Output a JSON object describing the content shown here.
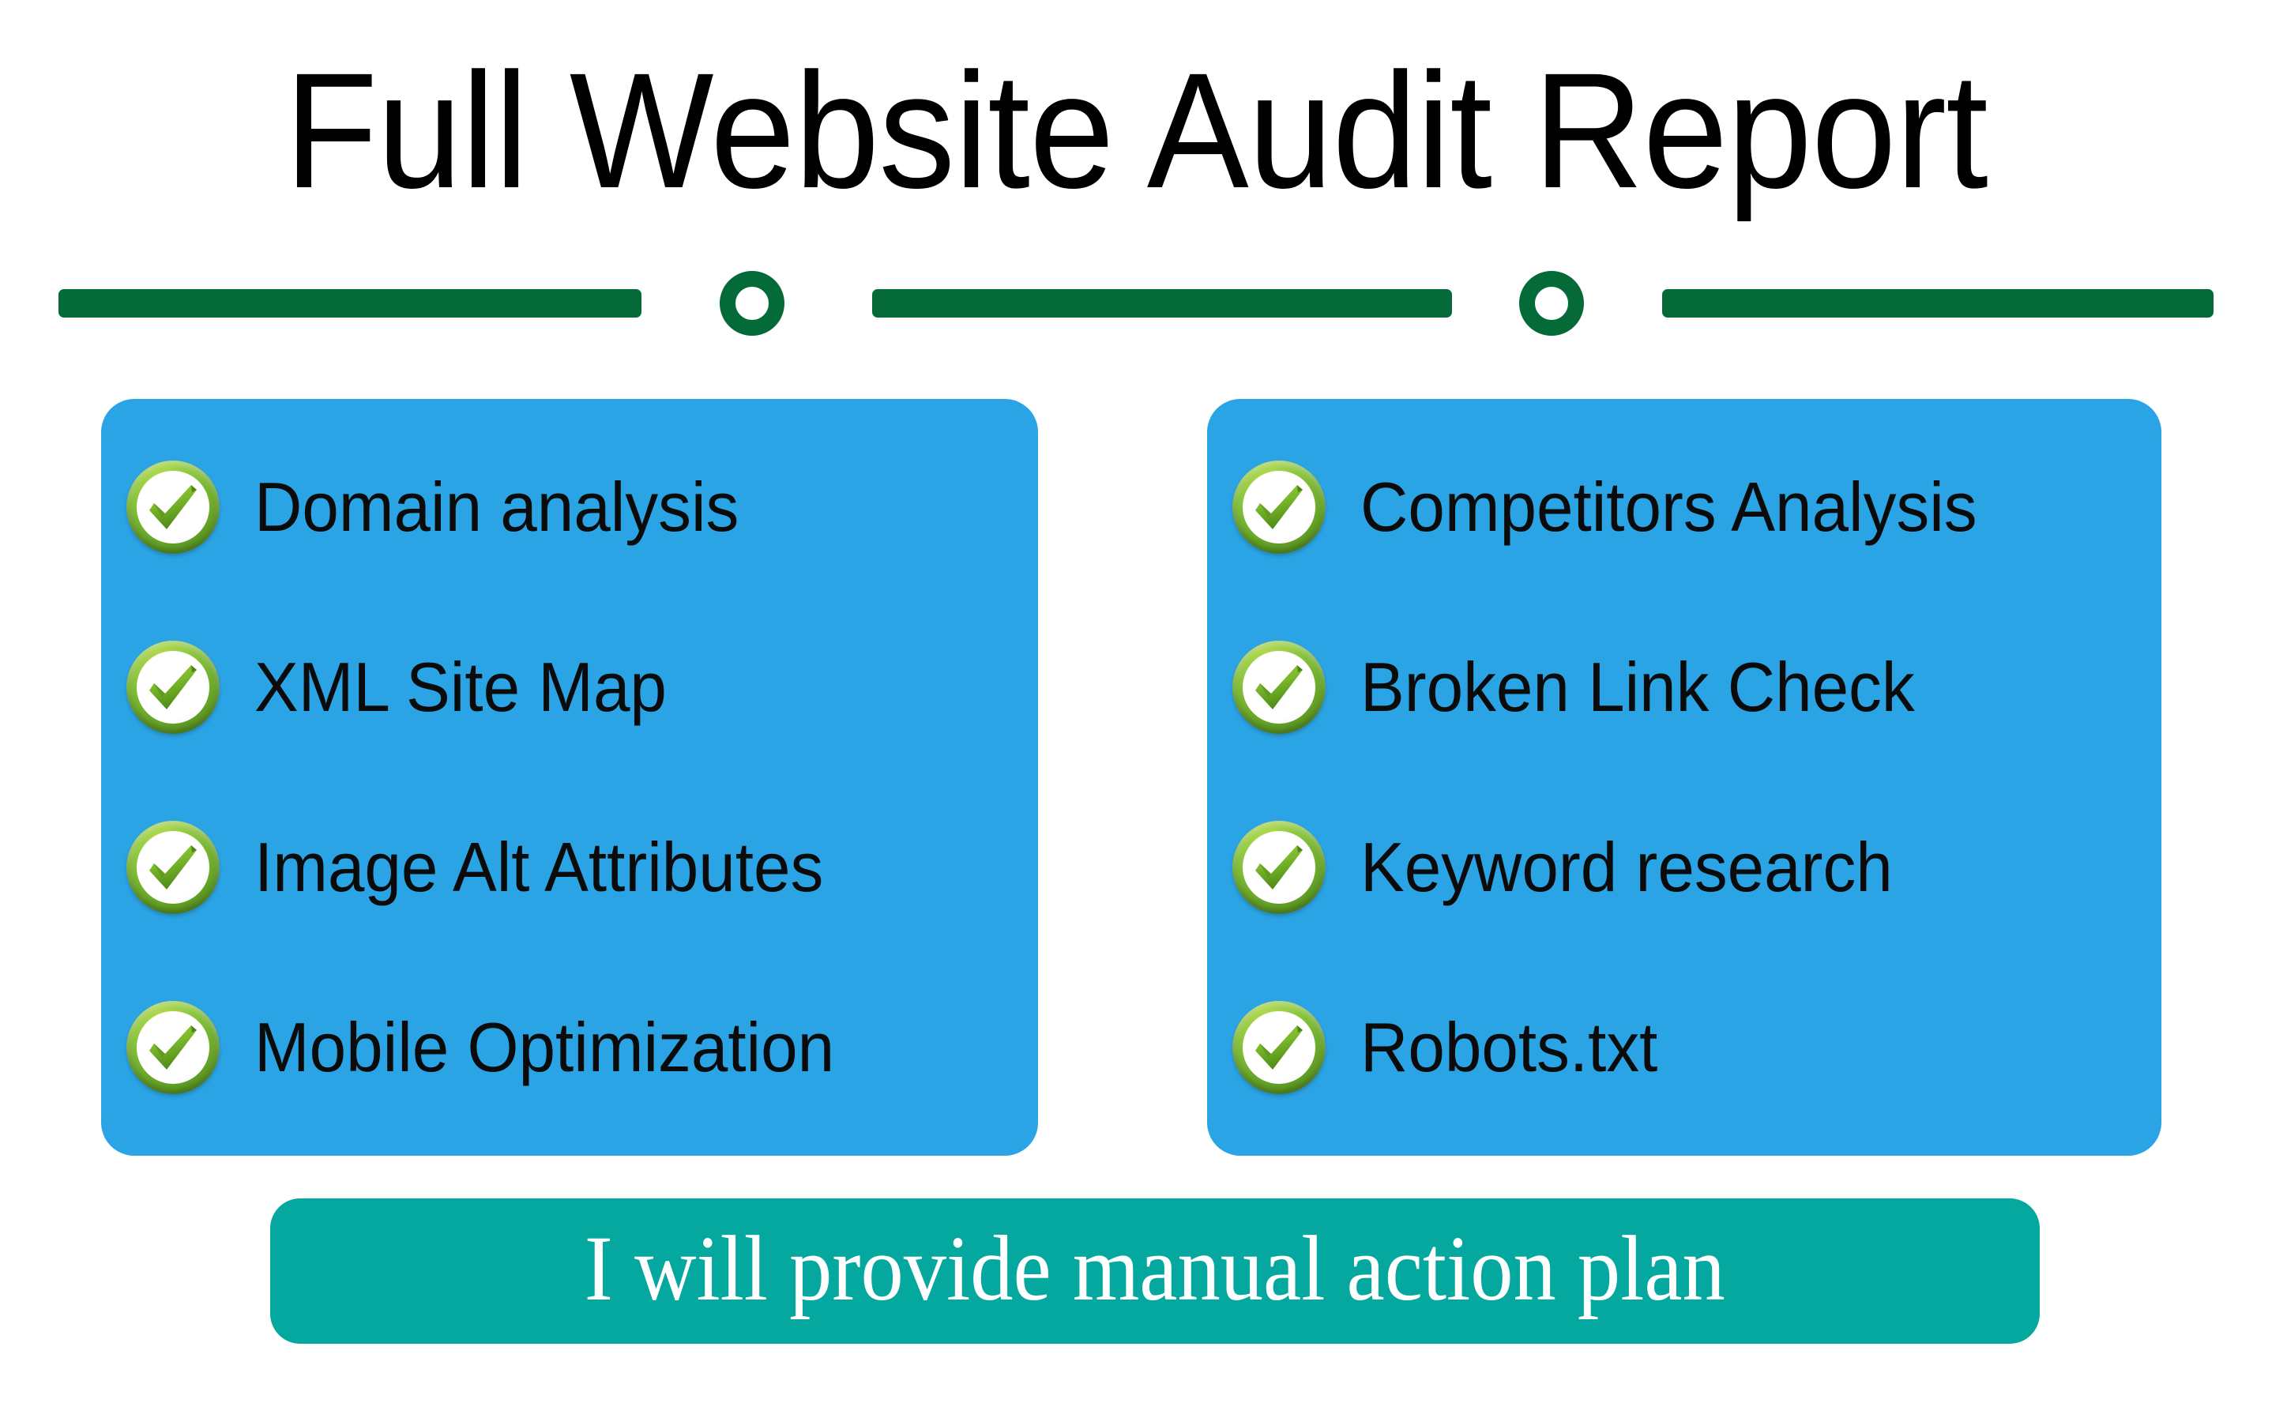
{
  "page": {
    "title": "Full Website Audit Report",
    "background_color": "#ffffff"
  },
  "divider": {
    "name": "section-divider",
    "color": "#046A38",
    "bar_count": 3,
    "ring_count": 2
  },
  "colors": {
    "card_blue": "#2BA4E5",
    "banner_teal": "#04A89E",
    "divider_green": "#046A38",
    "check_green": "#8CC63F",
    "title_black": "#000000",
    "banner_text_white": "#ffffff"
  },
  "checklists": {
    "left": {
      "name": "left-checklist-card",
      "items": [
        {
          "icon": "check-circle-icon",
          "label": "Domain analysis"
        },
        {
          "icon": "check-circle-icon",
          "label": "XML Site Map"
        },
        {
          "icon": "check-circle-icon",
          "label": "Image Alt Attributes"
        },
        {
          "icon": "check-circle-icon",
          "label": "Mobile Optimization"
        }
      ]
    },
    "right": {
      "name": "right-checklist-card",
      "items": [
        {
          "icon": "check-circle-icon",
          "label": "Competitors Analysis"
        },
        {
          "icon": "check-circle-icon",
          "label": "Broken Link Check"
        },
        {
          "icon": "check-circle-icon",
          "label": "Keyword research"
        },
        {
          "icon": "check-circle-icon",
          "label": "Robots.txt"
        }
      ]
    }
  },
  "banner": {
    "name": "manual-action-plan-banner",
    "text": "I will provide manual action plan"
  }
}
